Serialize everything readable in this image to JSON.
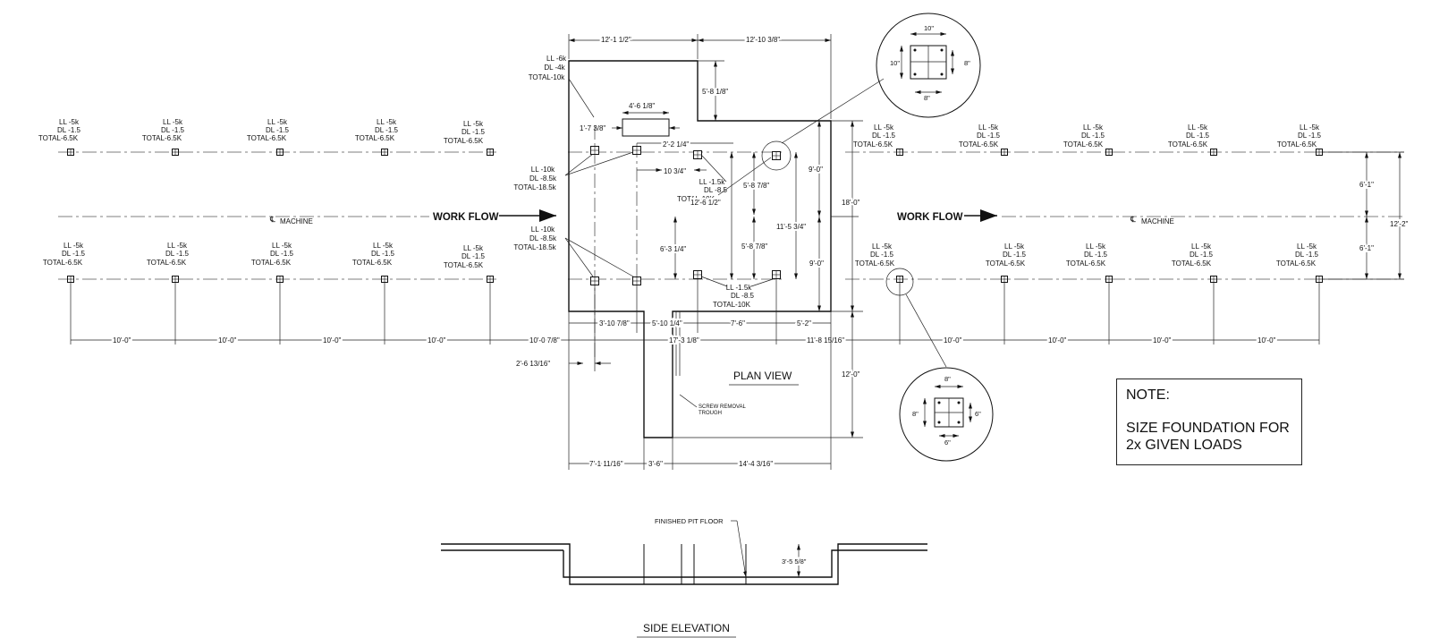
{
  "labels": {
    "plan_view": "PLAN VIEW",
    "side_elevation": "SIDE ELEVATION",
    "work_flow": "WORK FLOW",
    "machine": "MACHINE",
    "centerline_symbol": "℄",
    "screw_trough": [
      "SCREW REMOVAL",
      "TROUGH"
    ],
    "finished_pit_floor": "FINISHED PIT FLOOR"
  },
  "note": {
    "title": "NOTE:",
    "line1": "SIZE FOUNDATION FOR",
    "line2": "2x GIVEN LOADS"
  },
  "loads": {
    "standard": [
      "LL -5k",
      "DL -1.5",
      "TOTAL-6.5K"
    ],
    "corner_top": [
      "LL -6k",
      "DL -4k",
      "TOTAL-10k"
    ],
    "heavy_top": [
      "LL -10k",
      "DL -8.5k",
      "TOTAL-18.5k"
    ],
    "heavy_bottom": [
      "LL -10k",
      "DL -8.5k",
      "TOTAL-18.5k"
    ],
    "mid_top": [
      "LL -1.5k",
      "DL -8.5",
      "TOTAL-10K"
    ],
    "mid_bottom": [
      "LL -1.5k",
      "DL -8.5",
      "TOTAL-10K"
    ]
  },
  "dims": {
    "top_left": "12'-1 1/2\"",
    "top_right": "12'-10 3/8\"",
    "notch_height": "5'-8 1/8\"",
    "box_width": "4'-6 1/8\"",
    "box_offset": "1'-7 3/8\"",
    "d_2_2": "2'-2 1/4\"",
    "d_10_3": "10 3/4\"",
    "d_5_8_top": "5'-8 7/8\"",
    "d_12_6": "12'-6 1/2\"",
    "d_5_8_bot": "5'-8 7/8\"",
    "d_6_3": "6'-3 1/4\"",
    "d_9_0_top": "9'-0\"",
    "d_9_0_bot": "9'-0\"",
    "d_11_5": "11'-5 3/4\"",
    "d_18_0": "18'-0\"",
    "d_12_0": "12'-0\"",
    "d_6_1_top": "6'-1\"",
    "d_6_1_bot": "6'-1\"",
    "d_12_2": "12'-2\"",
    "left_spacing": [
      "10'-0\"",
      "10'-0\"",
      "10'-0\"",
      "10'-0\""
    ],
    "d_10_0_78": "10'-0 7/8\"",
    "d_3_10": "3'-10 7/8\"",
    "d_5_10": "5'-10 1/4\"",
    "d_7_6": "7'-6\"",
    "d_5_2": "5'-2\"",
    "d_17_3": "17'-3 1/8\"",
    "d_11_8": "11'-8 15/16\"",
    "right_spacing": [
      "10'-0\"",
      "10'-0\"",
      "10'-0\"",
      "10'-0\""
    ],
    "d_2_6": "2'-6 13/16\"",
    "bottom_dims": [
      "7'-1 11/16\"",
      "3'-6\"",
      "14'-4 3/16\""
    ],
    "pit_depth": "3'-5 5/8\""
  },
  "details": {
    "large": {
      "top": "10\"",
      "left": "10\"",
      "right": "8\"",
      "bottom": "8\""
    },
    "small": {
      "top": "8\"",
      "left": "8\"",
      "right": "6\"",
      "bottom": "6\""
    }
  }
}
